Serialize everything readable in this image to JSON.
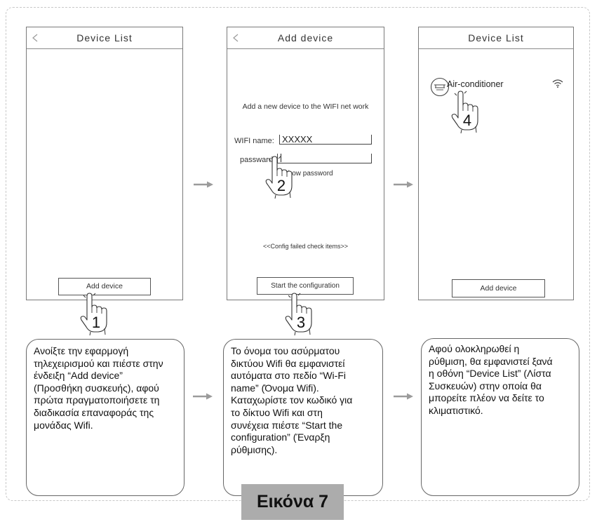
{
  "caption": "Εικόνα 7",
  "screens": [
    {
      "back_icon": "back-chevron-icon",
      "title": "Device List",
      "button": "Add device"
    },
    {
      "back_icon": "back-chevron-icon",
      "title": "Add device",
      "intro": "Add a new device to the WIFI net work",
      "wifi_label": "WIFI name:",
      "wifi_value": "XXXXX",
      "password_label": "passward:",
      "show_password": "Show password",
      "config_failed": "<<Config failed check items>>",
      "button": "Start the configuration"
    },
    {
      "title": "Device List",
      "device": {
        "name": "Air-conditioner",
        "icon": "air-conditioner-icon",
        "signal_icon": "wifi-signal-icon"
      },
      "button": "Add device"
    }
  ],
  "steps": [
    {
      "number": "1",
      "icon": "tap-hand-icon"
    },
    {
      "number": "2",
      "icon": "tap-hand-icon"
    },
    {
      "number": "3",
      "icon": "tap-hand-icon"
    },
    {
      "number": "4",
      "icon": "tap-hand-icon"
    }
  ],
  "instructions": [
    {
      "lines": [
        "Ανοίξτε την εφαρμογή",
        "τηλεχειρισμού και πιέστε στην",
        "ένδειξη “Add device”",
        "(Προσθήκη συσκευής), αφού",
        "πρώτα πραγματοποιήσετε τη",
        "διαδικασία επαναφοράς της",
        "μονάδας Wifi."
      ]
    },
    {
      "lines": [
        "Το όνομα του ασύρματου",
        "δικτύου Wifi θα εμφανιστεί",
        "αυτόματα στο πεδίο “Wi-Fi",
        "name” (Όνομα Wifi).",
        "Καταχωρίστε τον κωδικό για",
        "το δίκτυο Wifi και στη",
        "συνέχεια πιέστε “Start the",
        "configuration” (Έναρξη",
        "ρύθμισης)."
      ]
    },
    {
      "lines": [
        "Αφού ολοκληρωθεί η",
        "ρύθμιση, θα εμφανιστεί ξανά",
        "η οθόνη “Device List” (Λίστα",
        "Συσκευών) στην οποία θα",
        "μπορείτε πλέον να δείτε το",
        "κλιματιστικό."
      ]
    }
  ],
  "flow_arrow_icon": "arrow-right-icon",
  "colors": {
    "arrow": "#9b9b9b",
    "caption_background": "#acacac",
    "outline": "#666666",
    "frame": "#c8c8c8"
  }
}
